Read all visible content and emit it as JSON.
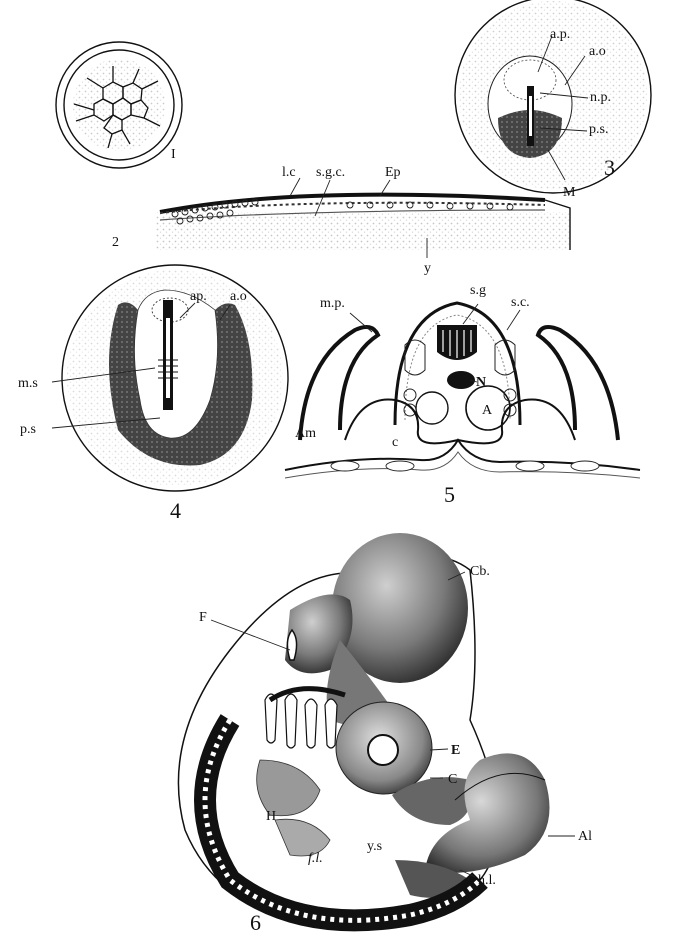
{
  "figures": {
    "fig1": {
      "number": "I"
    },
    "fig2": {
      "number": "2",
      "labels": {
        "lc": "l.c",
        "sgc": "s.g.c.",
        "ep": "Ep",
        "y": "y"
      }
    },
    "fig3": {
      "number": "3",
      "labels": {
        "ap": "a.p.",
        "ao": "a.o",
        "np": "n.p.",
        "ps": "p.s.",
        "m": "M"
      }
    },
    "fig4": {
      "number": "4",
      "labels": {
        "ap": "ap.",
        "ao": "a.o",
        "ms": "m.s",
        "ps": "p.s"
      }
    },
    "fig5": {
      "number": "5",
      "labels": {
        "mp": "m.p.",
        "sg": "s.g",
        "sc": "s.c.",
        "n": "N",
        "a": "A",
        "am": "Am",
        "c": "c"
      }
    },
    "fig6": {
      "number": "6",
      "labels": {
        "cb": "Cb.",
        "f": "F",
        "e": "E",
        "c": "C",
        "h": "H",
        "fl": "f.l.",
        "ys": "y.s",
        "al": "Al",
        "hl": "h.l."
      }
    }
  }
}
